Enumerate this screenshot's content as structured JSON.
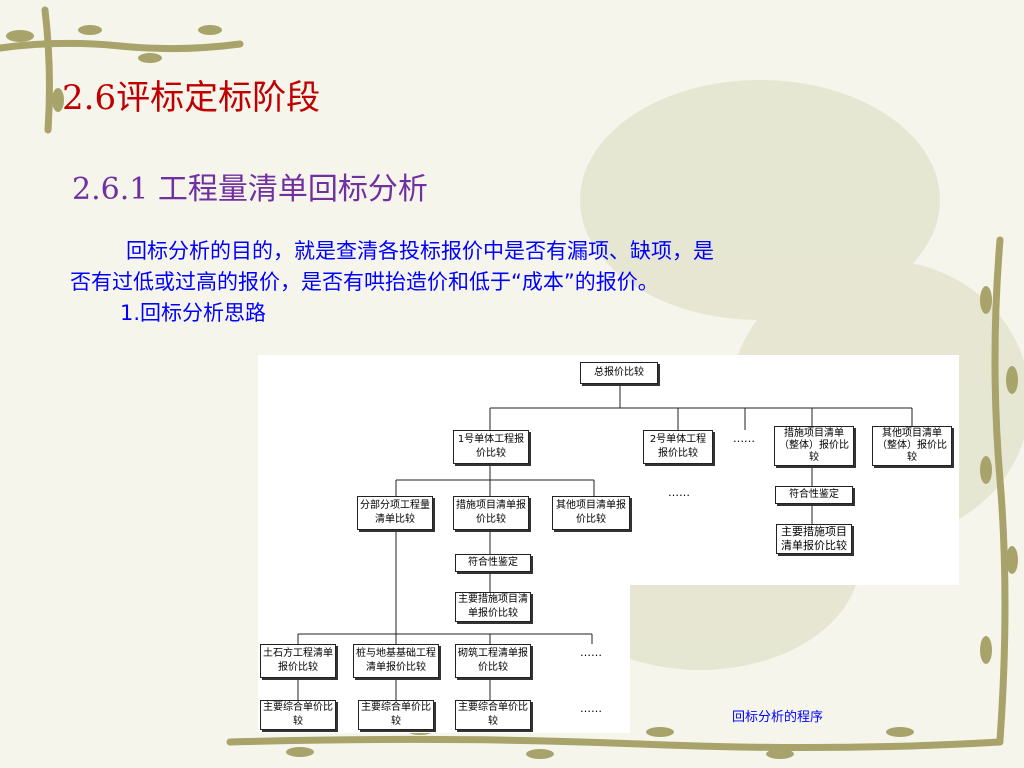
{
  "slide": {
    "title": "2.6评标定标阶段",
    "subtitle": "2.6.1 工程量清单回标分析",
    "paragraph_line1": "回标分析的目的，就是查清各投标报价中是否有漏项、缺项，是",
    "paragraph_line2": "否有过低或过高的报价，是否有哄抬造价和低于“成本”的报价。",
    "paragraph_line3": "1.回标分析思路"
  },
  "diagram": {
    "root": "总报价比较",
    "unit1": "1号单体工程报价比较",
    "unit2": "2号单体工程报价比较",
    "dots_top": "……",
    "measures_overall": "措施项目清单（整体）报价比较",
    "other_overall": "其他项目清单（整体）报价比较",
    "dots_under_unit2": "……",
    "conformity_right": "符合性鉴定",
    "main_measures_right": "主要措施项目清单报价比较",
    "sub_item": "分部分项工程量清单比较",
    "measures_unit": "措施项目清单报价比较",
    "other_unit": "其他项目清单报价比较",
    "conformity_left": "符合性鉴定",
    "main_measures_left": "主要措施项目清单报价比较",
    "earthwork": "土石方工程清单报价比较",
    "pile": "桩与地基基础工程清单报价比较",
    "masonry": "砌筑工程清单报价比较",
    "dots_level3": "……",
    "main_unit_price_1": "主要综合单价比较",
    "main_unit_price_2": "主要综合单价比较",
    "main_unit_price_3": "主要综合单价比较",
    "dots_level4": "……",
    "caption": "回标分析的程序"
  }
}
